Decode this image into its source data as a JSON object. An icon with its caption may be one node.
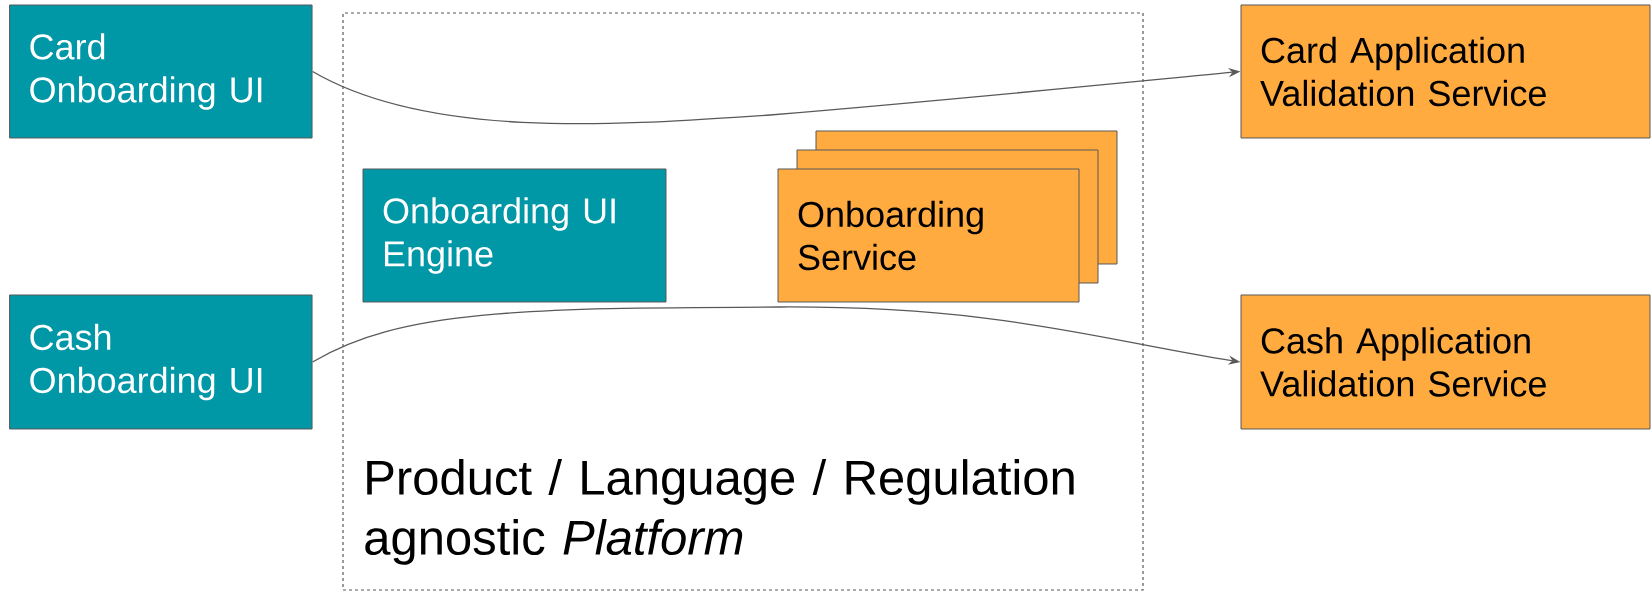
{
  "diagram": {
    "nodes": [
      {
        "text": [
          "Card Onboarding UI"
        ]
      },
      {
        "text": [
          "Cash Onboarding UI"
        ]
      },
      {
        "text": [
          "Product / Language / Regulation agnostic *Platform*"
        ]
      },
      {
        "text": [
          "Onboarding UI Engine"
        ],
        "in": 2
      },
      {
        "text": [
          "Onboarding Service"
        ],
        "in": 2
      },
      {
        "text": [
          "Card Application Validation Service"
        ]
      },
      {
        "text": [
          "Cash Application Validation Service"
        ]
      }
    ],
    "edges": [
      {
        "from": 0,
        "to": 5,
        "arrow": "to"
      },
      {
        "from": 1,
        "to": 6,
        "arrow": "to"
      }
    ]
  }
}
